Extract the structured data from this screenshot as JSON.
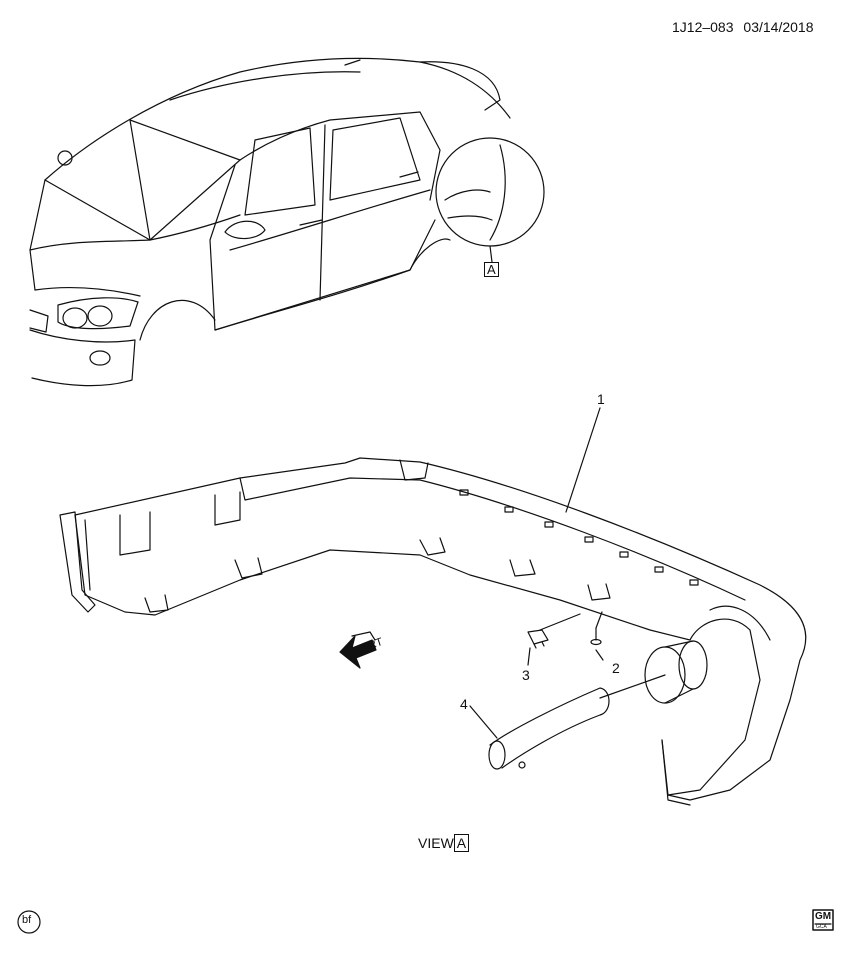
{
  "header": {
    "drawing_id": "1J12–083",
    "date": "03/14/2018"
  },
  "callouts": {
    "item1": "1",
    "item2": "2",
    "item3": "3",
    "item4": "4"
  },
  "detail_marker": "A",
  "view_label": {
    "prefix": "VIEW",
    "box": "A"
  },
  "front_arrow_label": "FRT",
  "footer": {
    "initials": "bf",
    "logo_top": "GM",
    "logo_bottom": "GCA"
  },
  "colors": {
    "line": "#111111",
    "background": "#ffffff"
  }
}
